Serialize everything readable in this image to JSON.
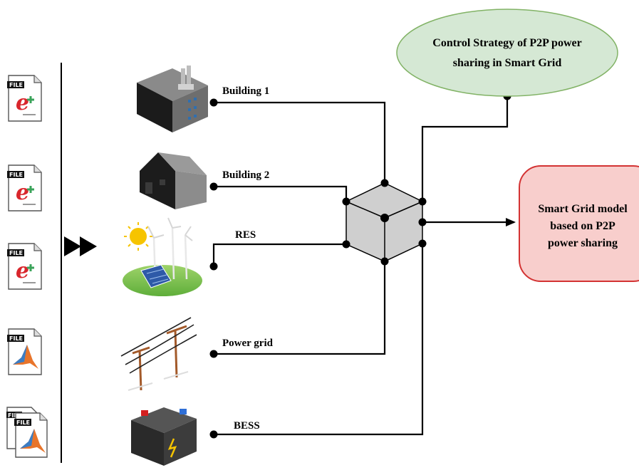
{
  "diagram": {
    "control_node": {
      "line1": "Control Strategy of P2P power",
      "line2": "sharing in Smart Grid",
      "fill": "#d5e8d4",
      "stroke": "#82b366"
    },
    "model_node": {
      "line1": "Smart Grid model",
      "line2": "based on P2P",
      "line3": "power sharing",
      "fill": "#f8cecc",
      "stroke": "#d33333"
    },
    "sources": [
      {
        "id": "building-1",
        "label": "Building 1"
      },
      {
        "id": "building-2",
        "label": "Building 2"
      },
      {
        "id": "res",
        "label": "RES"
      },
      {
        "id": "power-grid",
        "label": "Power grid"
      },
      {
        "id": "bess",
        "label": "BESS"
      }
    ],
    "files": [
      {
        "tag": "FILE",
        "icon": "energyplus-file-icon"
      },
      {
        "tag": "FILE",
        "icon": "energyplus-file-icon"
      },
      {
        "tag": "FILE",
        "icon": "energyplus-file-icon"
      },
      {
        "tag": "FILE",
        "icon": "matlab-file-icon"
      },
      {
        "tag": "FILE",
        "icon": "matlab-multi-file-icon"
      }
    ],
    "colors": {
      "cube_face": "#cfcfcf",
      "matlab_orange": "#e8742a",
      "energyplus_red": "#d9262c",
      "energyplus_green": "#3aa35a"
    }
  }
}
